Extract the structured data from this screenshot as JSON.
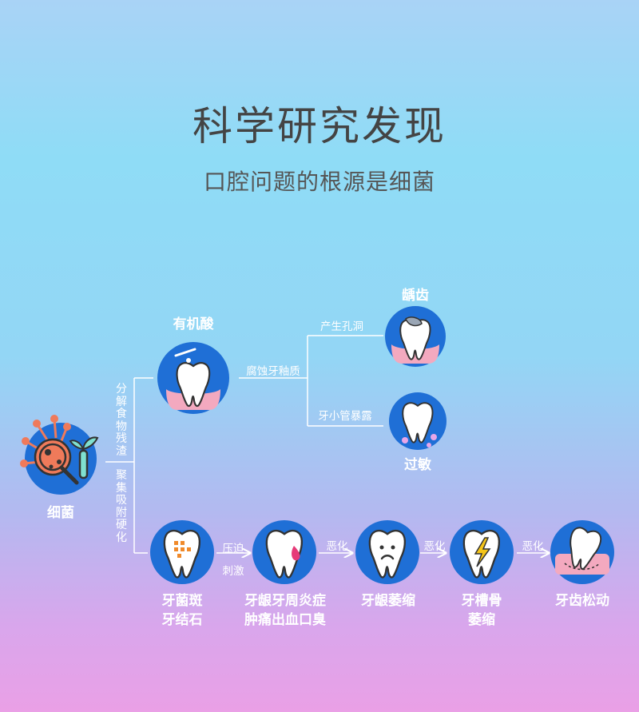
{
  "header": {
    "title": "科学研究发现",
    "subtitle": "口腔问题的根源是细菌"
  },
  "nodes": {
    "bacteria": "细菌",
    "organic_acid": "有机酸",
    "caries": "龋齿",
    "sensitivity": "过敏",
    "plaque_line1": "牙菌斑",
    "plaque_line2": "牙结石",
    "gingivitis_line1": "牙龈牙周炎症",
    "gingivitis_line2": "肿痛出血口臭",
    "gum_recession": "牙龈萎缩",
    "bone_line1": "牙槽骨",
    "bone_line2": "萎缩",
    "loose_teeth": "牙齿松动"
  },
  "edges": {
    "decompose": "分解食物残渣",
    "adsorb": "聚集吸附硬化",
    "corrode": "腐蚀牙釉质",
    "cavity": "产生孔洞",
    "tubule": "牙小管暴露",
    "press": "压迫",
    "stimulate": "刺激",
    "worsen1": "恶化",
    "worsen2": "恶化",
    "worsen3": "恶化"
  },
  "colors": {
    "circle": "#1f6fd6",
    "line": "#ffffff",
    "gum": "#f3a9bf",
    "bacteria": "#ef7a5a",
    "decay": "#e63a78",
    "plaque": "#f08a2a",
    "bolt": "#f5c518",
    "sensitivity_dots": "#e8a6e8"
  }
}
